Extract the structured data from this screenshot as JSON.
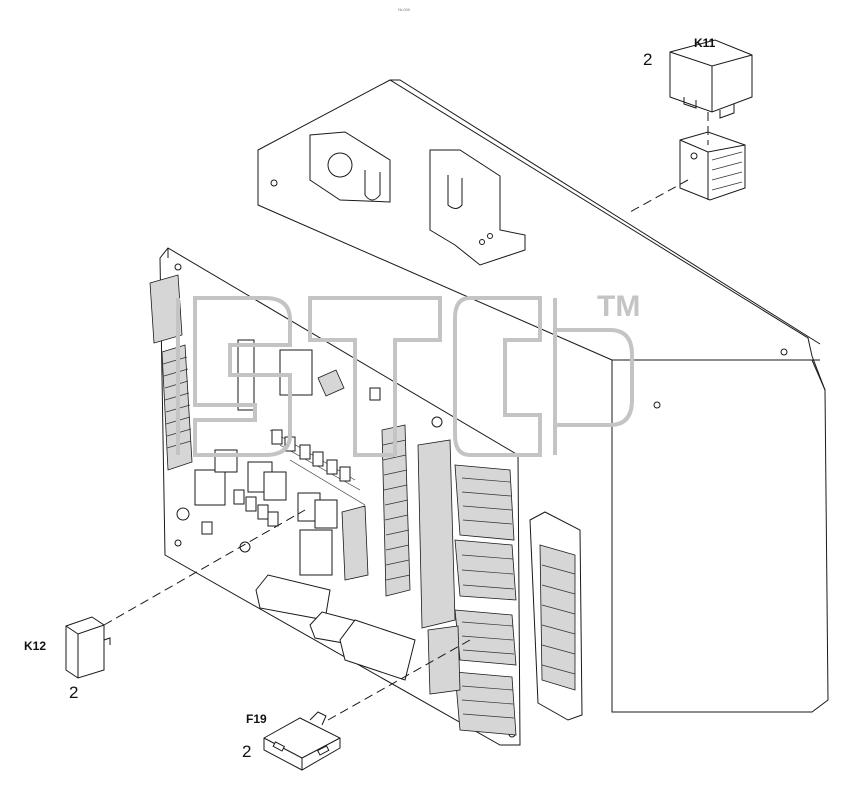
{
  "diagram": {
    "top_note": "№ 000",
    "watermark_trademark": "TM",
    "watermark_logo": "ЭТСП",
    "callouts": [
      {
        "id": "k11",
        "code": "K11",
        "qty": "2"
      },
      {
        "id": "k12",
        "code": "K12",
        "qty": "2"
      },
      {
        "id": "f19",
        "code": "F19",
        "qty": "2"
      }
    ]
  }
}
